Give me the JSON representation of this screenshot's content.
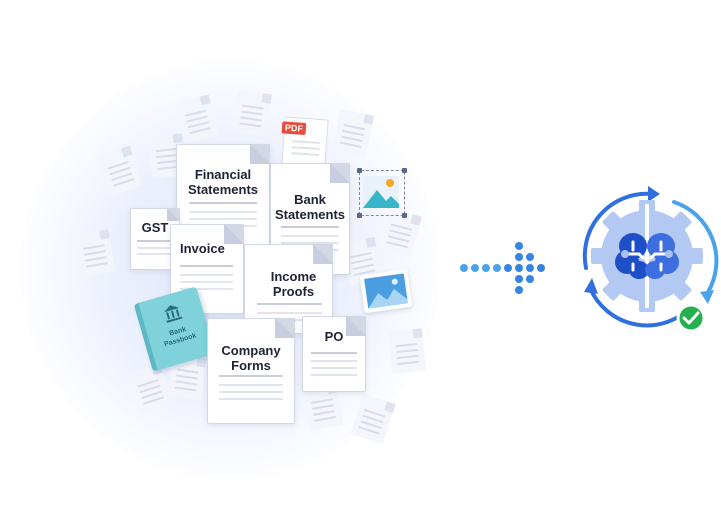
{
  "documents": {
    "financial_statements": "Financial\nStatements",
    "bank_statements": "Bank\nStatements",
    "gst": "GST",
    "invoice": "Invoice",
    "income_proofs": "Income\nProofs",
    "company_forms": "Company\nForms",
    "po": "PO",
    "bank_passbook": "Bank\nPassbook",
    "pdf_badge": "PDF"
  },
  "colors": {
    "accent_blue": "#2f6fe0",
    "dot_light": "#4aa3ea",
    "brain_blue": "#1f4fc8",
    "gear_light": "#a9c2f2",
    "check_green": "#22b14c",
    "book_teal": "#7fd1da"
  },
  "icons": [
    "pdf-file-icon",
    "image-icon",
    "photo-icon",
    "bank-icon",
    "arrow-dots",
    "ai-brain-gear-icon",
    "check-circle-icon",
    "cycle-arrows-icon"
  ]
}
